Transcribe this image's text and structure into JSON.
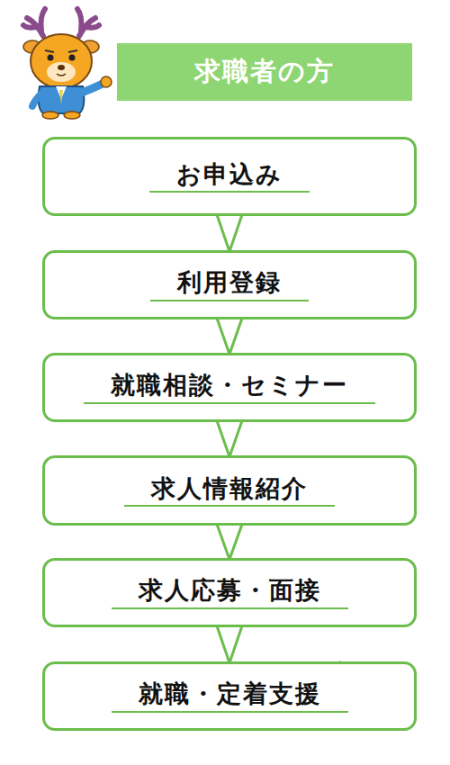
{
  "diagram": {
    "nodes": [
      {
        "text": [
          "求職者の方"
        ]
      },
      {
        "text": [
          "お申込み"
        ]
      },
      {
        "text": [
          "利用登録"
        ]
      },
      {
        "text": [
          "就職相談・セミナー"
        ]
      },
      {
        "text": [
          "求人情報紹介"
        ]
      },
      {
        "text": [
          "求人応募・面接"
        ]
      },
      {
        "text": [
          "就職・定着支援"
        ]
      }
    ],
    "edges": [
      {
        "from": 1,
        "to": 2,
        "arrow": "to"
      },
      {
        "from": 2,
        "to": 3,
        "arrow": "to"
      },
      {
        "from": 3,
        "to": 4,
        "arrow": "to"
      },
      {
        "from": 4,
        "to": 5,
        "arrow": "to"
      },
      {
        "from": 5,
        "to": 6,
        "arrow": "to"
      }
    ]
  }
}
